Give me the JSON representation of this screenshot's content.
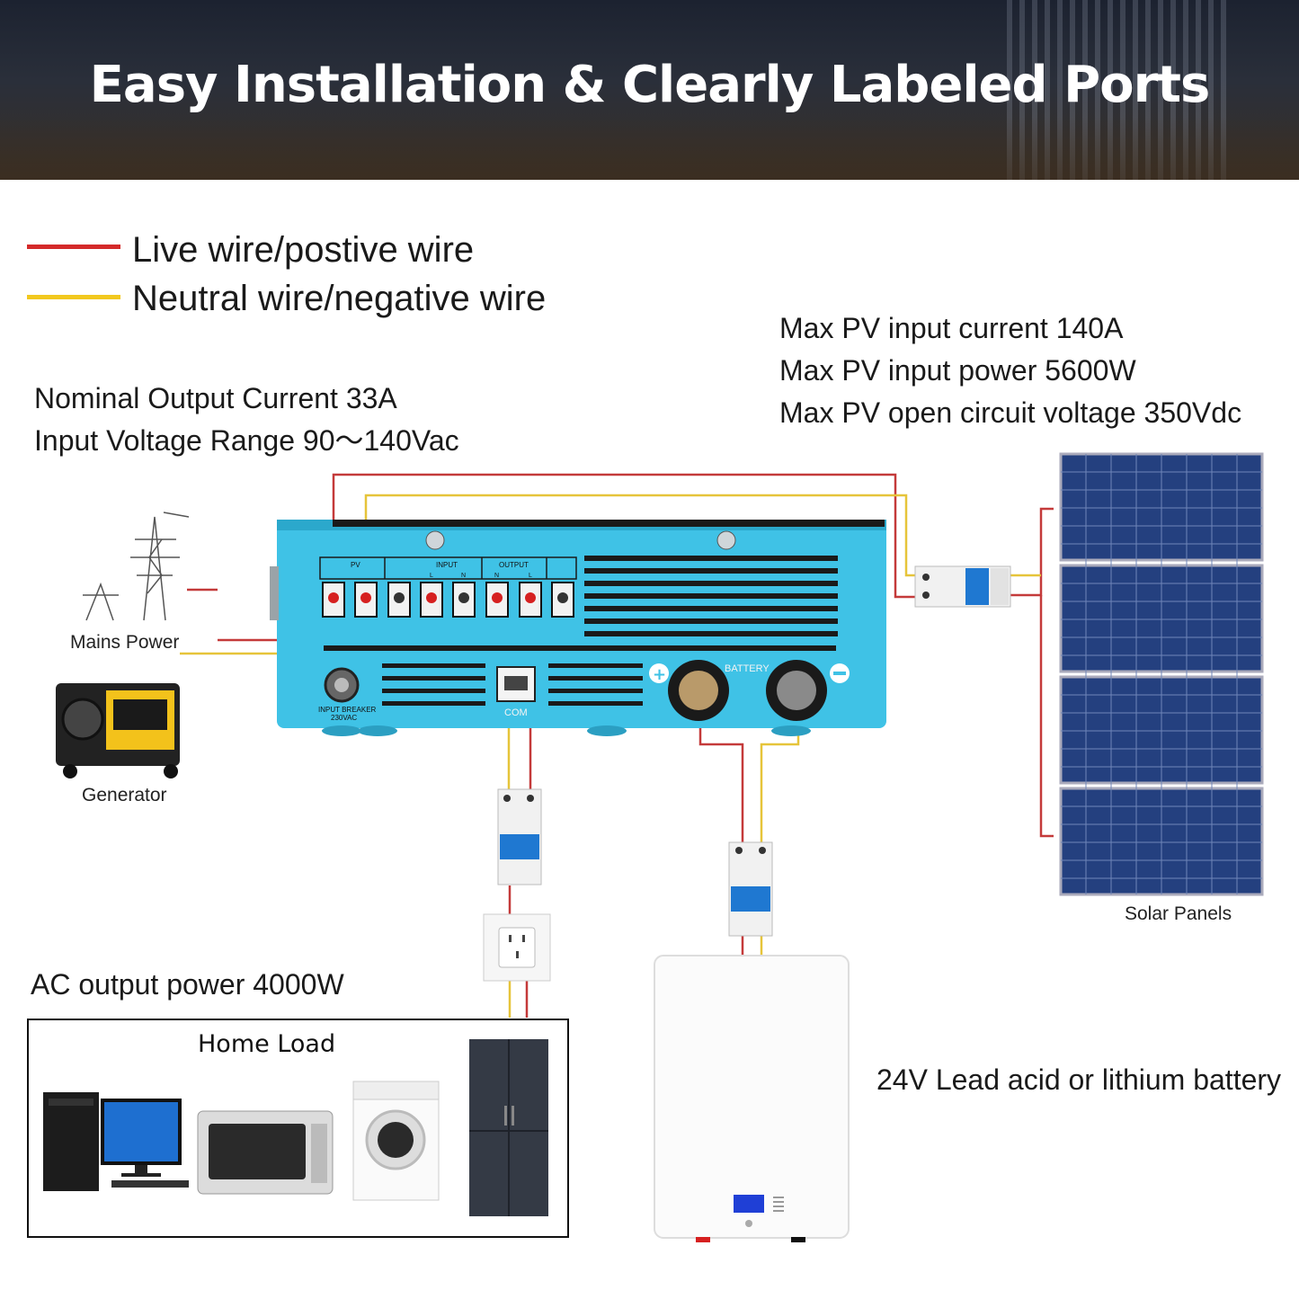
{
  "banner": {
    "title": "Easy Installation & Clearly Labeled Ports"
  },
  "legend": {
    "live": {
      "label": "Live wire/postive wire",
      "color": "#d42a2a"
    },
    "neutral": {
      "label": "Neutral wire/negative wire",
      "color": "#f2c81e"
    }
  },
  "specs": {
    "ac_input": [
      "Nominal Output Current 33A",
      "Input Voltage Range 90～140Vac"
    ],
    "pv": [
      "Max PV input current 140A",
      "Max PV input power 5600W",
      "Max PV open circuit voltage 350Vdc"
    ],
    "ac_output": "AC output power 4000W",
    "battery": "24V Lead acid or lithium battery"
  },
  "captions": {
    "mains": "Mains Power",
    "generator": "Generator",
    "solar": "Solar Panels",
    "home_load": "Home Load"
  },
  "inverter": {
    "port_groups": [
      "PV",
      "INPUT",
      "OUTPUT"
    ],
    "port_sub": [
      "L",
      "N",
      "N",
      "L"
    ],
    "battery_label": "BATTERY",
    "com_label": "COM",
    "breaker_label": [
      "INPUT BREAKER",
      "230VAC"
    ]
  },
  "colors": {
    "inverter_body": "#3fc2e6",
    "breaker_blue": "#1f78d1",
    "panel_blue": "#24407f"
  }
}
